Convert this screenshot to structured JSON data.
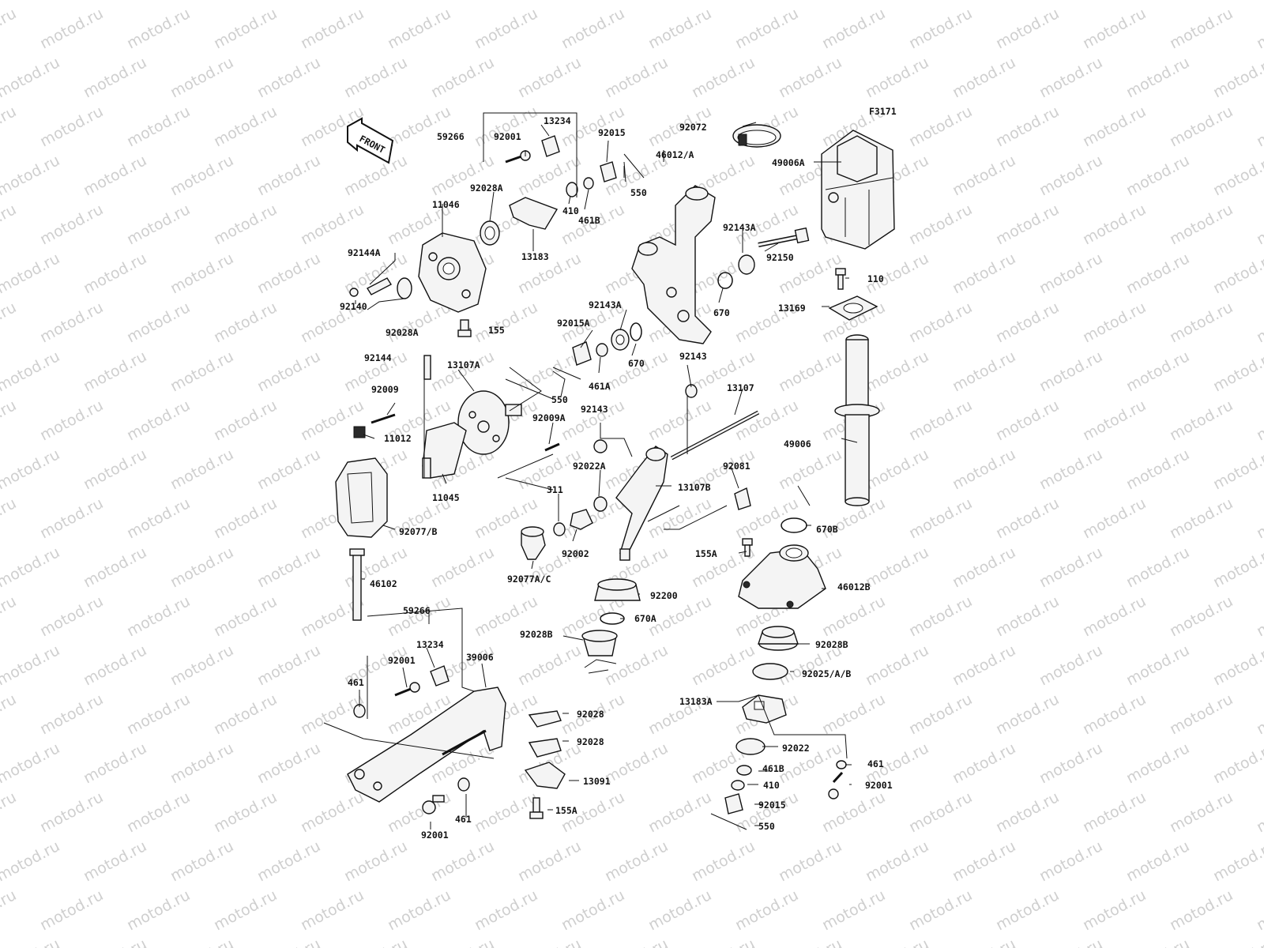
{
  "figure_code": "F3171",
  "front_label": "FRONT",
  "watermark": "motod.ru",
  "labels": [
    {
      "id": "13234_t",
      "text": "13234"
    },
    {
      "id": "59266_t",
      "text": "59266"
    },
    {
      "id": "92001_t",
      "text": "92001"
    },
    {
      "id": "92015_t",
      "text": "92015"
    },
    {
      "id": "92072",
      "text": "92072"
    },
    {
      "id": "49006A",
      "text": "49006A"
    },
    {
      "id": "46012A",
      "text": "46012/A"
    },
    {
      "id": "550_t",
      "text": "550"
    },
    {
      "id": "92028A_t",
      "text": "92028A"
    },
    {
      "id": "11046",
      "text": "11046"
    },
    {
      "id": "410_t",
      "text": "410"
    },
    {
      "id": "461B_t",
      "text": "461B"
    },
    {
      "id": "92143A_t",
      "text": "92143A"
    },
    {
      "id": "13183",
      "text": "13183"
    },
    {
      "id": "92144A",
      "text": "92144A"
    },
    {
      "id": "92150",
      "text": "92150"
    },
    {
      "id": "110",
      "text": "110"
    },
    {
      "id": "92140",
      "text": "92140"
    },
    {
      "id": "92028A_b",
      "text": "92028A"
    },
    {
      "id": "670_t",
      "text": "670"
    },
    {
      "id": "13169",
      "text": "13169"
    },
    {
      "id": "92143A_m",
      "text": "92143A"
    },
    {
      "id": "155",
      "text": "155"
    },
    {
      "id": "92015A",
      "text": "92015A"
    },
    {
      "id": "92144",
      "text": "92144"
    },
    {
      "id": "13107A",
      "text": "13107A"
    },
    {
      "id": "670_m",
      "text": "670"
    },
    {
      "id": "461A",
      "text": "461A"
    },
    {
      "id": "92143_t",
      "text": "92143"
    },
    {
      "id": "92009",
      "text": "92009"
    },
    {
      "id": "550_m",
      "text": "550"
    },
    {
      "id": "13107",
      "text": "13107"
    },
    {
      "id": "92009A",
      "text": "92009A"
    },
    {
      "id": "92143_m",
      "text": "92143"
    },
    {
      "id": "11012",
      "text": "11012"
    },
    {
      "id": "49006",
      "text": "49006"
    },
    {
      "id": "92022A",
      "text": "92022A"
    },
    {
      "id": "92081",
      "text": "92081"
    },
    {
      "id": "11045",
      "text": "11045"
    },
    {
      "id": "311",
      "text": "311"
    },
    {
      "id": "13107B",
      "text": "13107B"
    },
    {
      "id": "670B",
      "text": "670B"
    },
    {
      "id": "92077B",
      "text": "92077/B"
    },
    {
      "id": "92002",
      "text": "92002"
    },
    {
      "id": "155A_r",
      "text": "155A"
    },
    {
      "id": "92077AC",
      "text": "92077A/C"
    },
    {
      "id": "46012B",
      "text": "46012B"
    },
    {
      "id": "46102",
      "text": "46102"
    },
    {
      "id": "92200",
      "text": "92200"
    },
    {
      "id": "59266_b",
      "text": "59266"
    },
    {
      "id": "670A",
      "text": "670A"
    },
    {
      "id": "92028B_l",
      "text": "92028B"
    },
    {
      "id": "92028B_r",
      "text": "92028B"
    },
    {
      "id": "13234_b",
      "text": "13234"
    },
    {
      "id": "39006",
      "text": "39006"
    },
    {
      "id": "92001_b",
      "text": "92001"
    },
    {
      "id": "92025",
      "text": "92025/A/B"
    },
    {
      "id": "461_l",
      "text": "461"
    },
    {
      "id": "13183A",
      "text": "13183A"
    },
    {
      "id": "92028_1",
      "text": "92028"
    },
    {
      "id": "92028_2",
      "text": "92028"
    },
    {
      "id": "92022",
      "text": "92022"
    },
    {
      "id": "461B_b",
      "text": "461B"
    },
    {
      "id": "461_r",
      "text": "461"
    },
    {
      "id": "13091",
      "text": "13091"
    },
    {
      "id": "410_b",
      "text": "410"
    },
    {
      "id": "92001_r",
      "text": "92001"
    },
    {
      "id": "461_bb",
      "text": "461"
    },
    {
      "id": "92015_b",
      "text": "92015"
    },
    {
      "id": "155A_b",
      "text": "155A"
    },
    {
      "id": "550_b",
      "text": "550"
    },
    {
      "id": "92001_bb",
      "text": "92001"
    }
  ]
}
